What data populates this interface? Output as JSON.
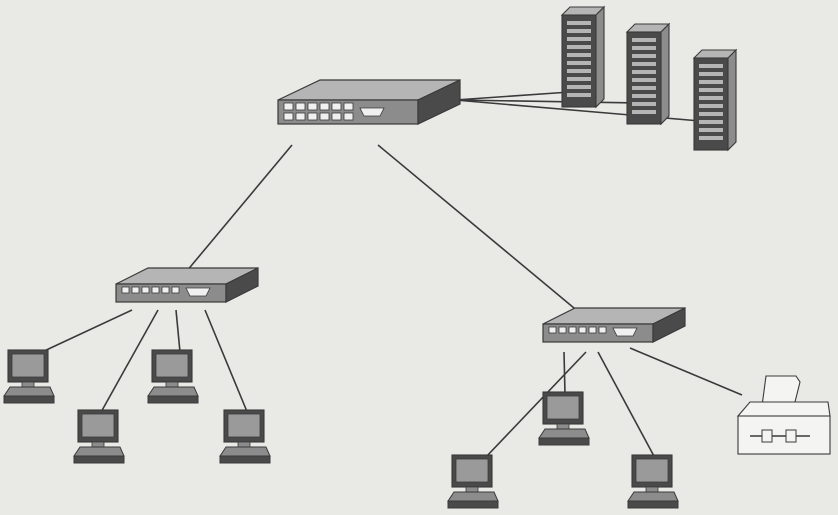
{
  "colors": {
    "background": "#e9e9e6",
    "line": "#3a3a3a",
    "device_fill": "#8c8c8c",
    "device_dark": "#4a4a4a",
    "device_light": "#b5b5b5",
    "screen": "#9a9a9a",
    "printer_fill": "#f4f4f2"
  },
  "devices": [
    {
      "id": "main-switch",
      "kind": "switch",
      "icon": "network-switch-icon"
    },
    {
      "id": "left-switch",
      "kind": "switch",
      "icon": "network-switch-icon"
    },
    {
      "id": "right-switch",
      "kind": "switch",
      "icon": "network-switch-icon"
    },
    {
      "id": "server-1",
      "kind": "server",
      "icon": "server-tower-icon"
    },
    {
      "id": "server-2",
      "kind": "server",
      "icon": "server-tower-icon"
    },
    {
      "id": "server-3",
      "kind": "server",
      "icon": "server-tower-icon"
    },
    {
      "id": "workstation-1",
      "kind": "computer",
      "icon": "desktop-computer-icon"
    },
    {
      "id": "workstation-2",
      "kind": "computer",
      "icon": "desktop-computer-icon"
    },
    {
      "id": "workstation-3",
      "kind": "computer",
      "icon": "desktop-computer-icon"
    },
    {
      "id": "workstation-4",
      "kind": "computer",
      "icon": "desktop-computer-icon"
    },
    {
      "id": "workstation-5",
      "kind": "computer",
      "icon": "desktop-computer-icon"
    },
    {
      "id": "workstation-6",
      "kind": "computer",
      "icon": "desktop-computer-icon"
    },
    {
      "id": "workstation-7",
      "kind": "computer",
      "icon": "desktop-computer-icon"
    },
    {
      "id": "printer-1",
      "kind": "printer",
      "icon": "printer-icon"
    }
  ],
  "links": [
    [
      "main-switch",
      "server-1"
    ],
    [
      "main-switch",
      "server-2"
    ],
    [
      "main-switch",
      "server-3"
    ],
    [
      "main-switch",
      "left-switch"
    ],
    [
      "main-switch",
      "right-switch"
    ],
    [
      "left-switch",
      "workstation-1"
    ],
    [
      "left-switch",
      "workstation-2"
    ],
    [
      "left-switch",
      "workstation-3"
    ],
    [
      "left-switch",
      "workstation-4"
    ],
    [
      "right-switch",
      "workstation-5"
    ],
    [
      "right-switch",
      "workstation-6"
    ],
    [
      "right-switch",
      "workstation-7"
    ],
    [
      "right-switch",
      "printer-1"
    ]
  ]
}
